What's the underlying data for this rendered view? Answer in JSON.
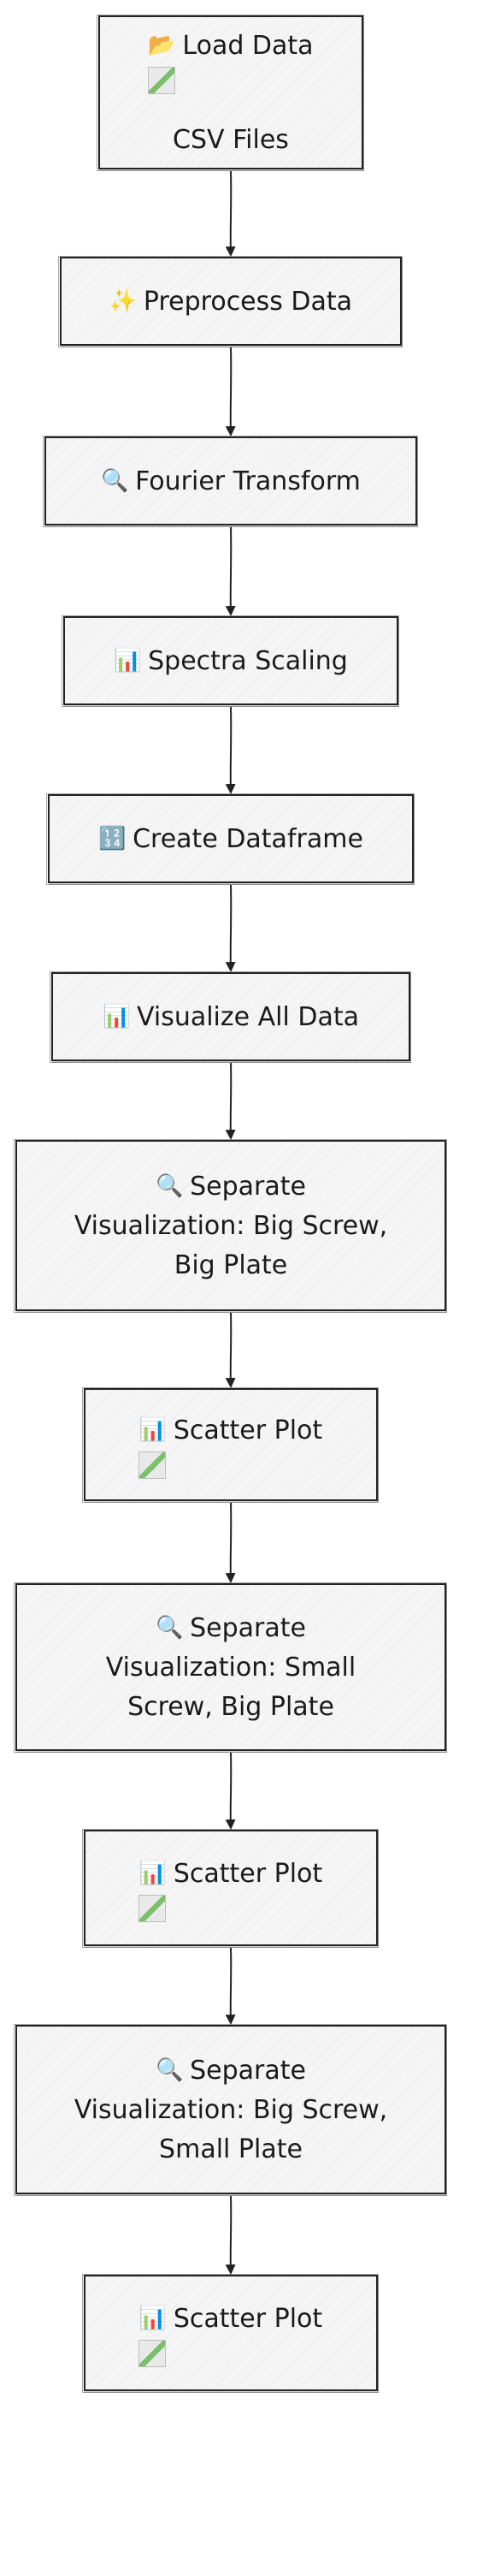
{
  "nodes": [
    {
      "icon": "📂",
      "icon_name": "folder-icon",
      "lines": [
        "Load Data"
      ],
      "image": true,
      "after_image": "CSV Files"
    },
    {
      "icon": "✨",
      "icon_name": "sparkles-icon",
      "lines": [
        "Preprocess Data"
      ]
    },
    {
      "icon": "🔍",
      "icon_name": "magnifier-icon",
      "lines": [
        "Fourier Transform"
      ]
    },
    {
      "icon": "📊",
      "icon_name": "bar-chart-icon",
      "lines": [
        "Spectra Scaling"
      ]
    },
    {
      "icon": "🔢",
      "icon_name": "numbers-icon",
      "lines": [
        "Create Dataframe"
      ]
    },
    {
      "icon": "📊",
      "icon_name": "bar-chart-icon",
      "lines": [
        "Visualize All Data"
      ]
    },
    {
      "icon": "🔍",
      "icon_name": "magnifier-icon",
      "lines": [
        "Separate",
        "Visualization: Big Screw,",
        "Big Plate"
      ]
    },
    {
      "icon": "📊",
      "icon_name": "bar-chart-icon",
      "lines": [
        "Scatter Plot"
      ],
      "image": true
    },
    {
      "icon": "🔍",
      "icon_name": "magnifier-icon",
      "lines": [
        "Separate",
        "Visualization: Small",
        "Screw, Big Plate"
      ]
    },
    {
      "icon": "📊",
      "icon_name": "bar-chart-icon",
      "lines": [
        "Scatter Plot"
      ],
      "image": true
    },
    {
      "icon": "🔍",
      "icon_name": "magnifier-icon",
      "lines": [
        "Separate",
        "Visualization: Big Screw,",
        "Small Plate"
      ]
    },
    {
      "icon": "📊",
      "icon_name": "bar-chart-icon",
      "lines": [
        "Scatter Plot"
      ],
      "image": true
    }
  ],
  "colors": {
    "node_fill": "#f5f5f5",
    "stroke": "#222222",
    "text": "#1a1a1a"
  }
}
